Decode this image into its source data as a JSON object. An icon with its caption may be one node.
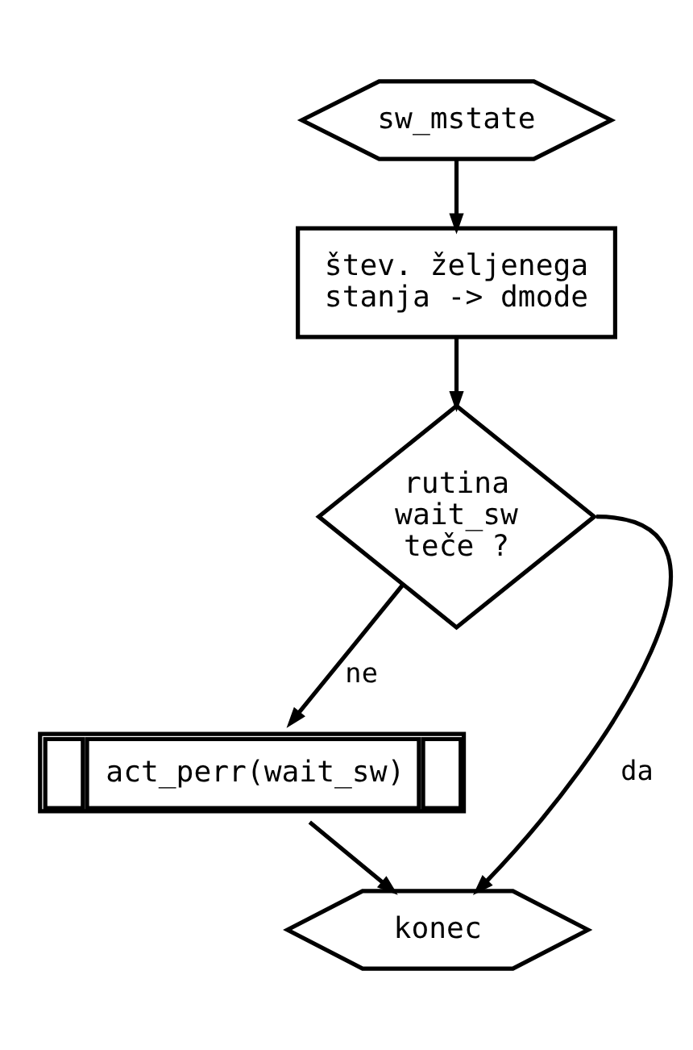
{
  "diagram": {
    "nodes": [
      {
        "text": [
          "sw_mstate"
        ]
      },
      {
        "text": [
          "štev. željenega stanja -> dmode"
        ]
      },
      {
        "text": [
          "rutina wait_sw teče ?"
        ]
      },
      {
        "text": [
          "act_perr(wait_sw)"
        ]
      },
      {
        "text": [
          "konec"
        ]
      }
    ],
    "edges": [
      {
        "from": 0,
        "to": 1,
        "arrow": "to"
      },
      {
        "from": 1,
        "to": 2,
        "arrow": "to"
      },
      {
        "from": 2,
        "to": 3,
        "arrow": "to",
        "label": "ne"
      },
      {
        "from": 2,
        "to": 4,
        "arrow": "to",
        "label": "da"
      },
      {
        "from": 3,
        "to": 4,
        "arrow": "to"
      }
    ]
  }
}
